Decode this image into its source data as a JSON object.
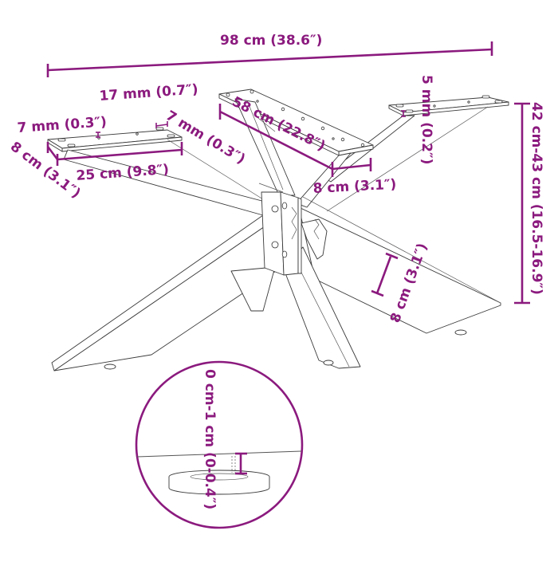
{
  "diagram": {
    "subject": "X-shaped metal coffee table legs with mounting plates and adjustable feet",
    "accent_color": "#8b1a7e",
    "line_color": "#3a3a3a",
    "background": "#ffffff"
  },
  "dimensions": {
    "overall_length": "98 cm (38.6″)",
    "small_plate_hole_spacing": "17 mm (0.7″)",
    "small_plate_edge_left": "7 mm (0.3″)",
    "small_plate_edge_right": "7 mm (0.3″)",
    "small_plate_width": "8 cm (3.1″)",
    "small_plate_length": "25 cm (9.8″)",
    "long_plate_length": "58 cm (22.8″)",
    "long_plate_width": "8 cm (3.1″)",
    "plate_thickness": "5 mm (0.2″)",
    "height": "42 cm-43 cm (16.5-16.9″)",
    "leg_width": "8 cm (3.1″)",
    "foot_adjustment": "0 cm-1 cm (0-0.4″)"
  },
  "detail_callout": {
    "label": "adjustable foot detail",
    "shape": "circle"
  }
}
